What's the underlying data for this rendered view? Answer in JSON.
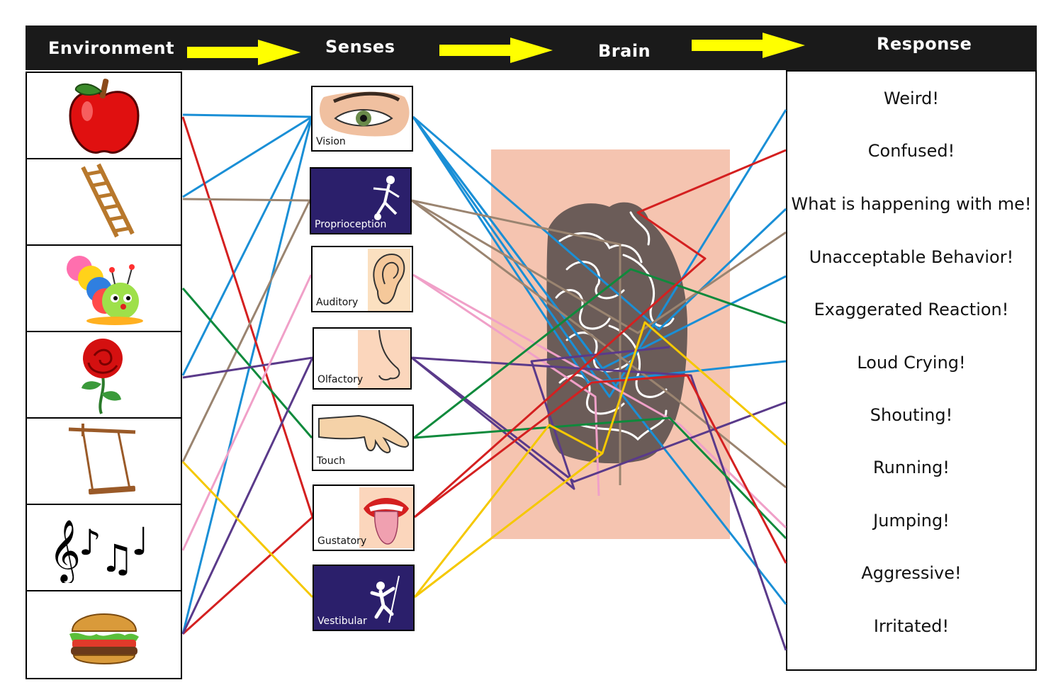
{
  "header": {
    "environment": "Environment",
    "senses": "Senses",
    "brain": "Brain",
    "response": "Response"
  },
  "environment_items": [
    {
      "icon": "apple-icon"
    },
    {
      "icon": "ladder-icon"
    },
    {
      "icon": "caterpillar-toy-icon"
    },
    {
      "icon": "rose-icon"
    },
    {
      "icon": "swing-icon"
    },
    {
      "icon": "music-notes-icon"
    },
    {
      "icon": "burger-icon"
    }
  ],
  "senses": [
    {
      "label": "Vision",
      "icon": "eye-icon"
    },
    {
      "label": "Proprioception",
      "icon": "balance-figure-icon"
    },
    {
      "label": "Auditory",
      "icon": "ear-icon"
    },
    {
      "label": "Olfactory",
      "icon": "nose-icon"
    },
    {
      "label": "Touch",
      "icon": "hand-icon"
    },
    {
      "label": "Gustatory",
      "icon": "mouth-icon"
    },
    {
      "label": "Vestibular",
      "icon": "climber-icon"
    }
  ],
  "brain": {
    "icon": "brain-icon"
  },
  "responses": [
    "Weird!",
    "Confused!",
    "What is happening with me!",
    "Unacceptable Behavior!",
    "Exaggerated Reaction!",
    "Loud Crying!",
    "Shouting!",
    "Running!",
    "Jumping!",
    "Aggressive!",
    "Irritated!"
  ],
  "colors": {
    "header_bg": "#1a1a1a",
    "arrow": "#ffff00",
    "brain_bg": "#f5c4b0",
    "brain": "#6b5c58",
    "dark_box": "#2b1f6b",
    "blue": "#1a8fd6",
    "red": "#d42020",
    "brown": "#9a8470",
    "green": "#0f8a3c",
    "purple": "#5a3a8a",
    "pink": "#f0a0c8",
    "yellow": "#f5c800"
  }
}
